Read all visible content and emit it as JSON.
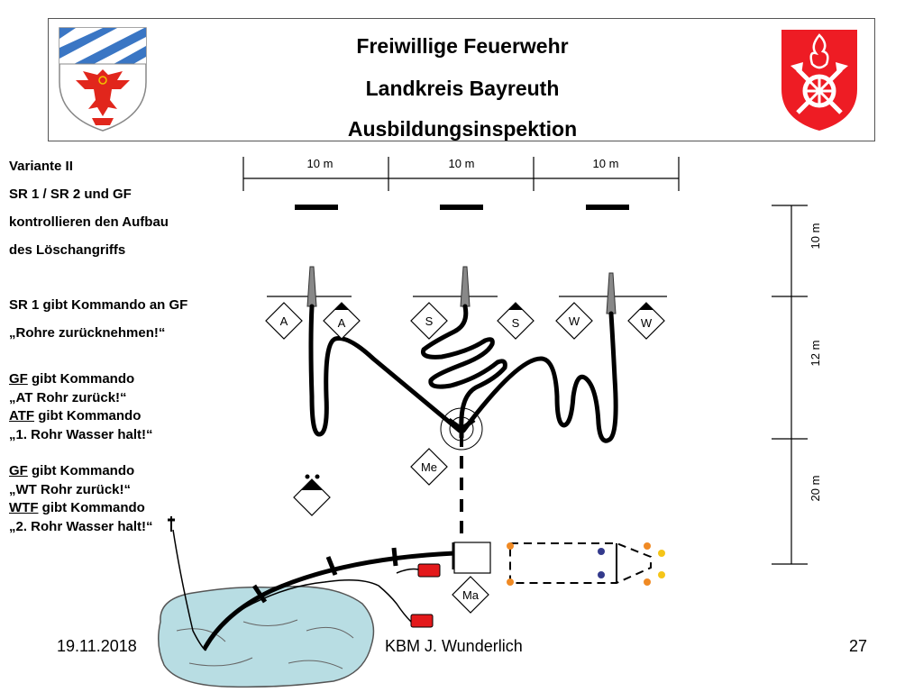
{
  "header": {
    "line1": "Freiwillige Feuerwehr",
    "line2": "Landkreis Bayreuth",
    "line3": "Ausbildungsinspektion",
    "left_crest": "bavarian-district-coat-of-arms",
    "right_crest": "fire-brigade-emblem",
    "colors": {
      "fire_red": "#ee1c24",
      "bavaria_blue": "#2e6db4",
      "water": "#b8dde3"
    }
  },
  "sidebar": {
    "variant": "Variante II",
    "line1": "SR 1 / SR 2 und GF",
    "line2": "kontrollieren den Aufbau",
    "line3": "des Löschangriffs",
    "line4": "SR 1 gibt Kommando an GF",
    "line5": "„Rohre zurücknehmen!“",
    "block1": {
      "who1": "GF",
      "rest1": " gibt Kommando",
      "cmd1": "„AT Rohr zurück!“",
      "who2": "ATF",
      "rest2": " gibt Kommando",
      "cmd2": "„1. Rohr Wasser halt!“"
    },
    "block2": {
      "who1": "GF",
      "rest1": " gibt Kommando",
      "cmd1": "„WT Rohr zurück!“",
      "who2": "WTF",
      "rest2": " gibt Kommando",
      "cmd2": "„2. Rohr Wasser halt!“"
    }
  },
  "diagram": {
    "top_dimensions": [
      "10 m",
      "10 m",
      "10 m"
    ],
    "right_dimensions": [
      "10 m",
      "12 m",
      "20 m"
    ],
    "troop_labels": [
      "A",
      "A",
      "S",
      "S",
      "W",
      "W"
    ],
    "messenger": "Me",
    "machinist": "Ma"
  },
  "footer": {
    "date": "19.11.2018",
    "author": "KBM J. Wunderlich",
    "page": "27"
  }
}
